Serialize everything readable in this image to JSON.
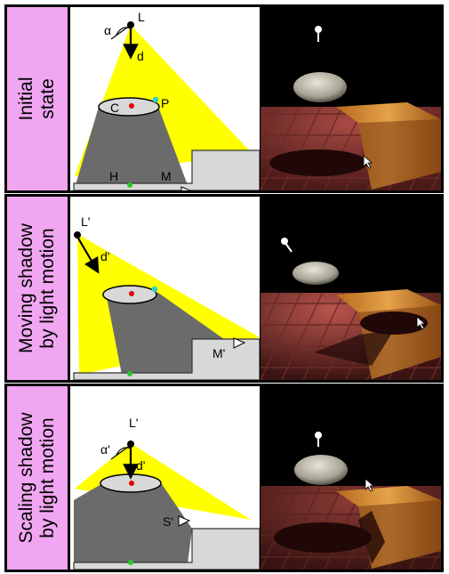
{
  "rows": [
    {
      "label_lines": [
        "Initial",
        "state"
      ],
      "light_label": "L",
      "direction_label": "d",
      "angle_label": "α",
      "center_label": "C",
      "point_label": "P",
      "hit_label": "H",
      "marker_label": "M"
    },
    {
      "label_lines": [
        "Moving shadow",
        "by light motion"
      ],
      "light_label": "L'",
      "direction_label": "d'",
      "marker_label": "M'"
    },
    {
      "label_lines": [
        "Scaling shadow",
        "by light motion"
      ],
      "light_label": "L'",
      "direction_label": "d'",
      "angle_label": "α'",
      "marker_label": "S'"
    }
  ],
  "colors": {
    "label_background": "#f0a6f0",
    "light_cone": "#ffff00",
    "shadow_volume": "#6b6b6b",
    "occluder": "#d8d8d8",
    "ground": "#c8c8c8",
    "center_dot": "#e00000",
    "point_dot": "#33cccc",
    "hit_dot": "#22cc22"
  }
}
